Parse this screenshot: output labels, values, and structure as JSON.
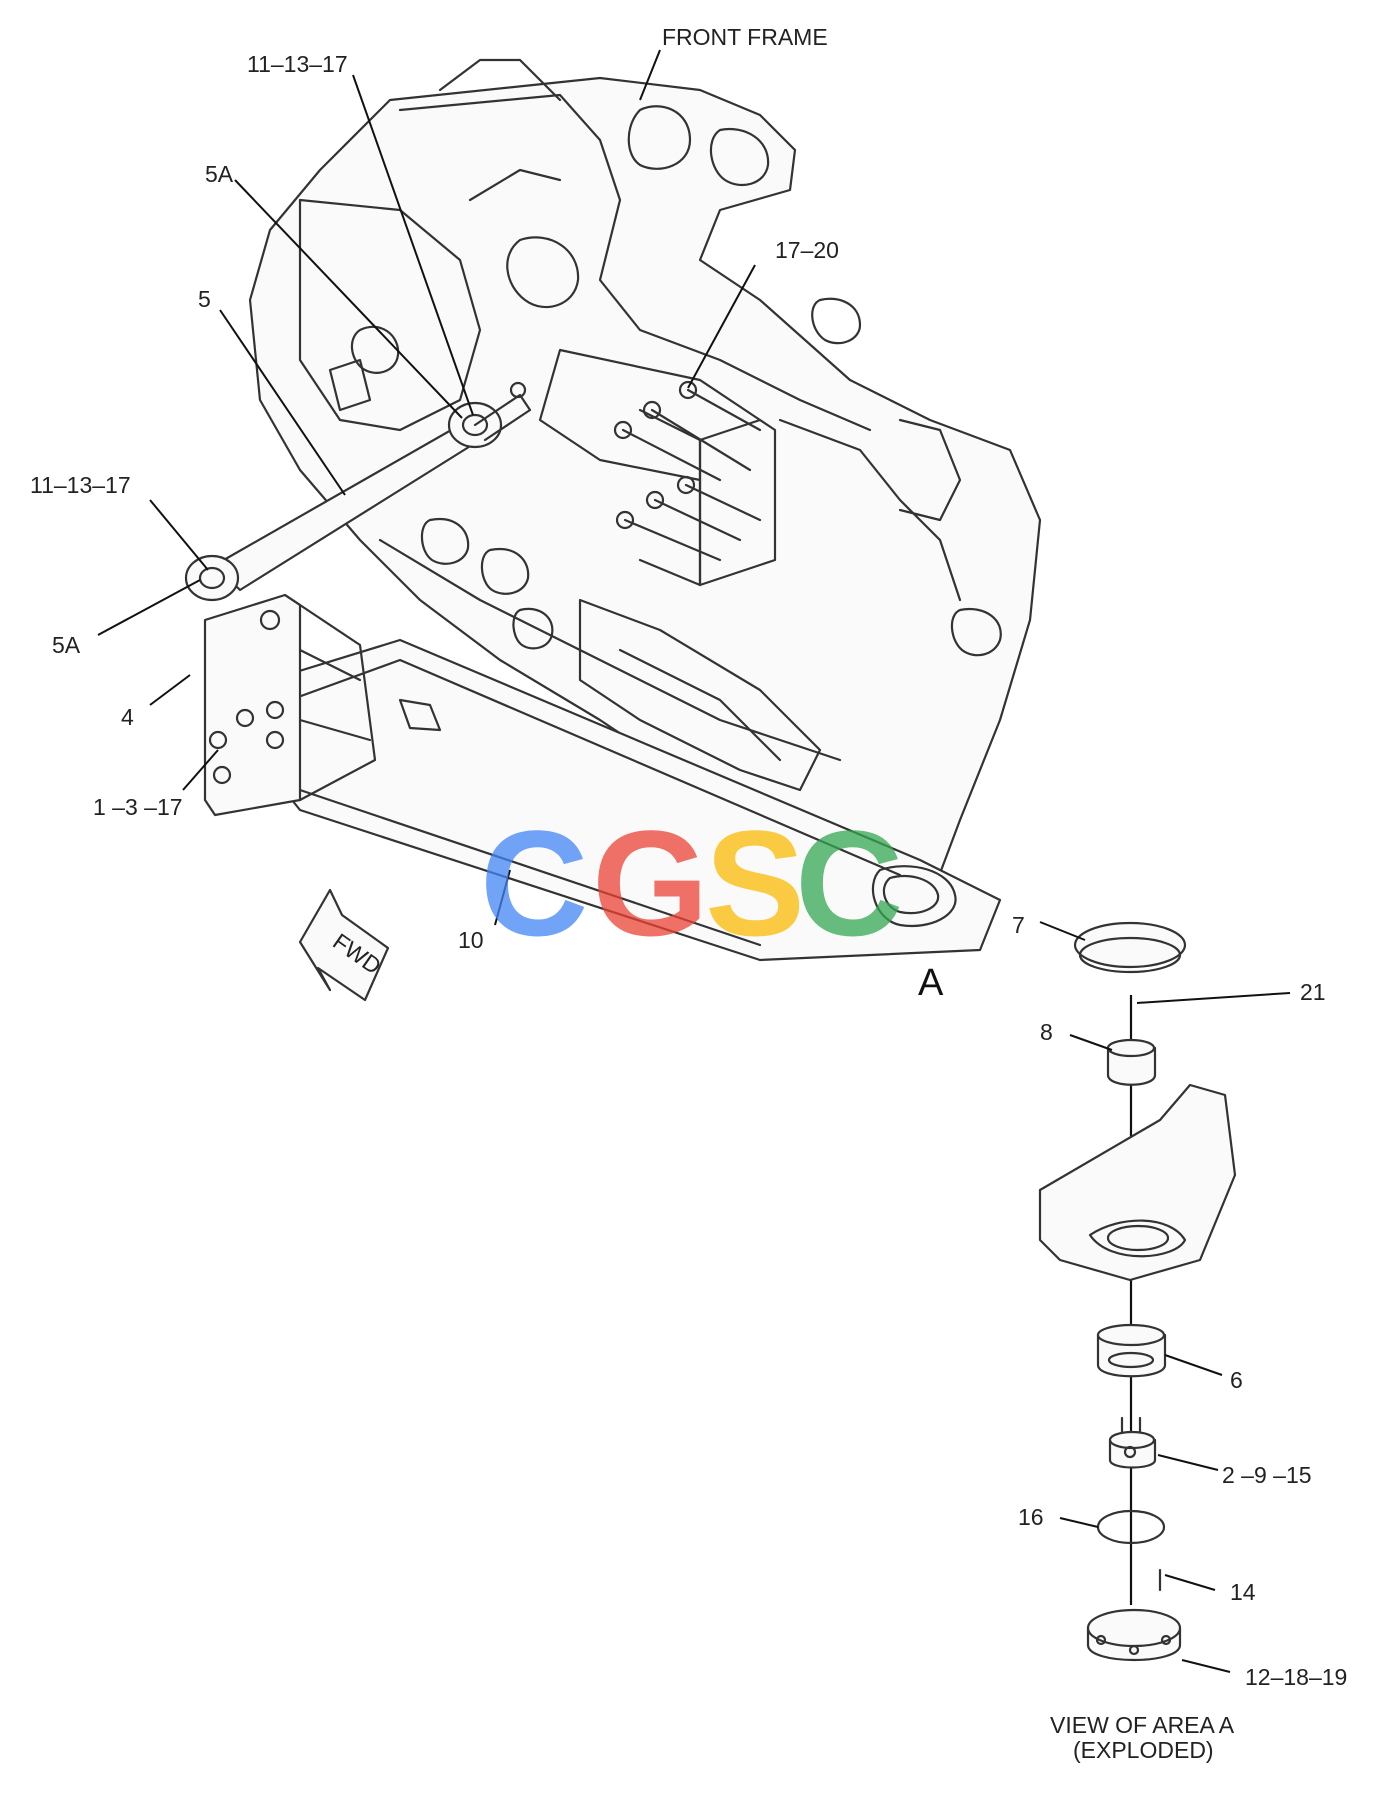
{
  "callouts": [
    {
      "id": "front-frame",
      "text": "FRONT FRAME"
    },
    {
      "id": "c-11-13-17-top",
      "text": "11–13–17"
    },
    {
      "id": "c-5a-top",
      "text": "5A"
    },
    {
      "id": "c-17-20",
      "text": "17–20"
    },
    {
      "id": "c-5",
      "text": "5"
    },
    {
      "id": "c-11-13-17-left",
      "text": "11–13–17"
    },
    {
      "id": "c-5a-left",
      "text": "5A"
    },
    {
      "id": "c-4",
      "text": "4"
    },
    {
      "id": "c-1-3-17",
      "text": "1 –3 –17"
    },
    {
      "id": "c-10",
      "text": "10"
    },
    {
      "id": "c-7",
      "text": "7"
    },
    {
      "id": "c-21",
      "text": "21"
    },
    {
      "id": "c-8",
      "text": "8"
    },
    {
      "id": "c-6",
      "text": "6"
    },
    {
      "id": "c-2-9-15",
      "text": "2 –9 –15"
    },
    {
      "id": "c-16",
      "text": "16"
    },
    {
      "id": "c-14",
      "text": "14"
    },
    {
      "id": "c-12-18-19",
      "text": "12–18–19"
    }
  ],
  "area_marker": "A",
  "direction_arrow": "FWD",
  "view_caption": {
    "line1": "VIEW OF AREA A",
    "line2": "(EXPLODED)"
  },
  "watermark": {
    "letters": [
      "C",
      "G",
      "S",
      "C"
    ],
    "colors": [
      "#4285F4",
      "#EA4335",
      "#FBBC05",
      "#34A853"
    ]
  }
}
